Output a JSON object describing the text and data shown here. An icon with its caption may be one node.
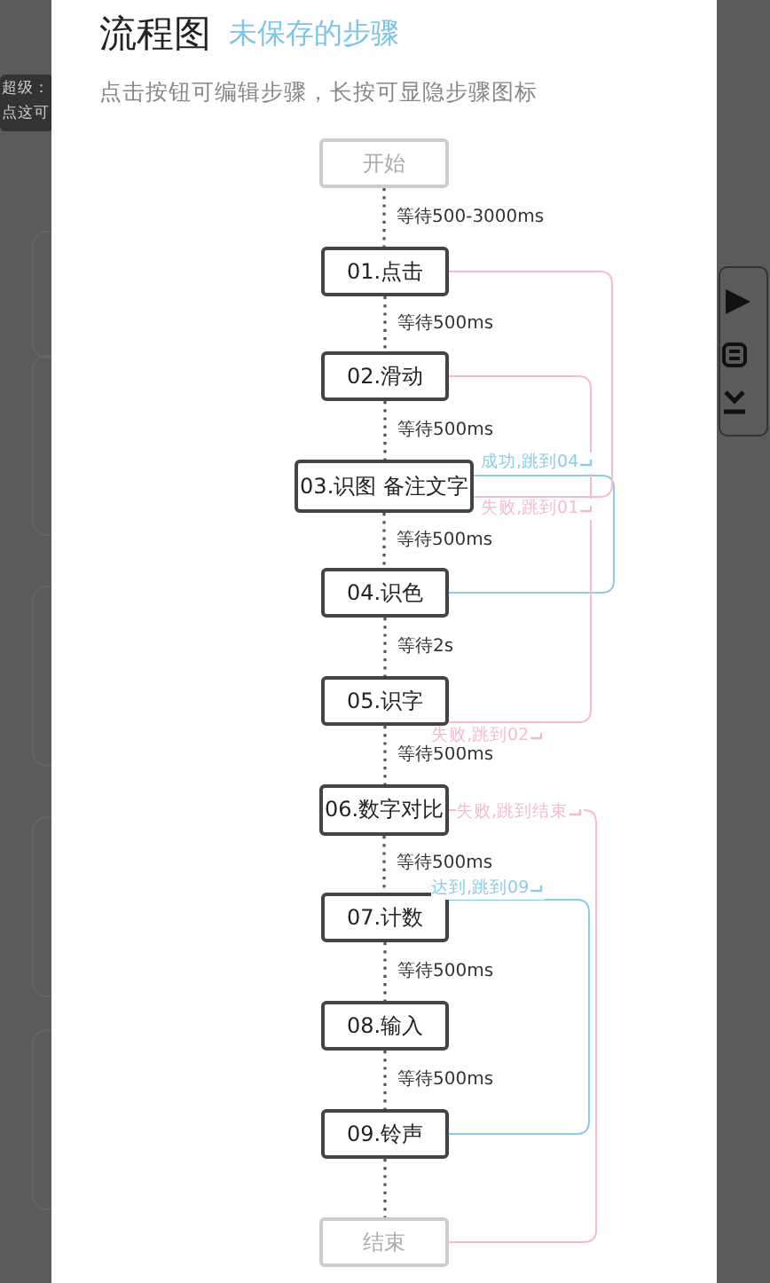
{
  "diagram": {
    "title": "流程图",
    "nodes": [
      {
        "text": [
          "开始"
        ]
      },
      {
        "text": [
          "01.点击"
        ]
      },
      {
        "text": [
          "02.滑动"
        ]
      },
      {
        "text": [
          "03.识图 备注文字"
        ]
      },
      {
        "text": [
          "04.识色"
        ]
      },
      {
        "text": [
          "05.识字"
        ]
      },
      {
        "text": [
          "06.数字对比"
        ]
      },
      {
        "text": [
          "07.计数"
        ]
      },
      {
        "text": [
          "08.输入"
        ]
      },
      {
        "text": [
          "09.铃声"
        ]
      },
      {
        "text": [
          "结束"
        ]
      }
    ],
    "edges": [
      {
        "from": 0,
        "to": 1,
        "arrow": "none",
        "label": "等待500-3000ms",
        "style": "dashed"
      },
      {
        "from": 1,
        "to": 2,
        "arrow": "none",
        "label": "等待500ms",
        "style": "dashed"
      },
      {
        "from": 2,
        "to": 3,
        "arrow": "none",
        "label": "等待500ms",
        "style": "dashed"
      },
      {
        "from": 3,
        "to": 4,
        "arrow": "none",
        "label": "等待500ms",
        "style": "dashed"
      },
      {
        "from": 4,
        "to": 5,
        "arrow": "none",
        "label": "等待2s",
        "style": "dashed"
      },
      {
        "from": 5,
        "to": 6,
        "arrow": "none",
        "label": "等待500ms",
        "style": "dashed"
      },
      {
        "from": 6,
        "to": 7,
        "arrow": "none",
        "label": "等待500ms",
        "style": "dashed"
      },
      {
        "from": 7,
        "to": 8,
        "arrow": "none",
        "label": "等待500ms",
        "style": "dashed"
      },
      {
        "from": 8,
        "to": 9,
        "arrow": "none",
        "label": "等待500ms",
        "style": "dashed"
      },
      {
        "from": 9,
        "to": 10,
        "arrow": "none",
        "style": "dashed"
      },
      {
        "from": 3,
        "to": 4,
        "arrow": "none",
        "label": "成功,跳到04",
        "color": "#8ccbe6"
      },
      {
        "from": 3,
        "to": 1,
        "arrow": "none",
        "label": "失败,跳到01",
        "color": "#f5bccb"
      },
      {
        "from": 5,
        "to": 2,
        "arrow": "none",
        "label": "失败,跳到02",
        "color": "#f5bccb"
      },
      {
        "from": 6,
        "to": 10,
        "arrow": "none",
        "label": "失败,跳到结束",
        "color": "#f5bccb"
      },
      {
        "from": 7,
        "to": 9,
        "arrow": "none",
        "label": "达到,跳到09",
        "color": "#8ccbe6"
      }
    ],
    "labels": [
      "超级：",
      "点这可",
      "未保存的步骤",
      "点击按钮可编辑步骤，长按可显隐步骤图标"
    ]
  }
}
